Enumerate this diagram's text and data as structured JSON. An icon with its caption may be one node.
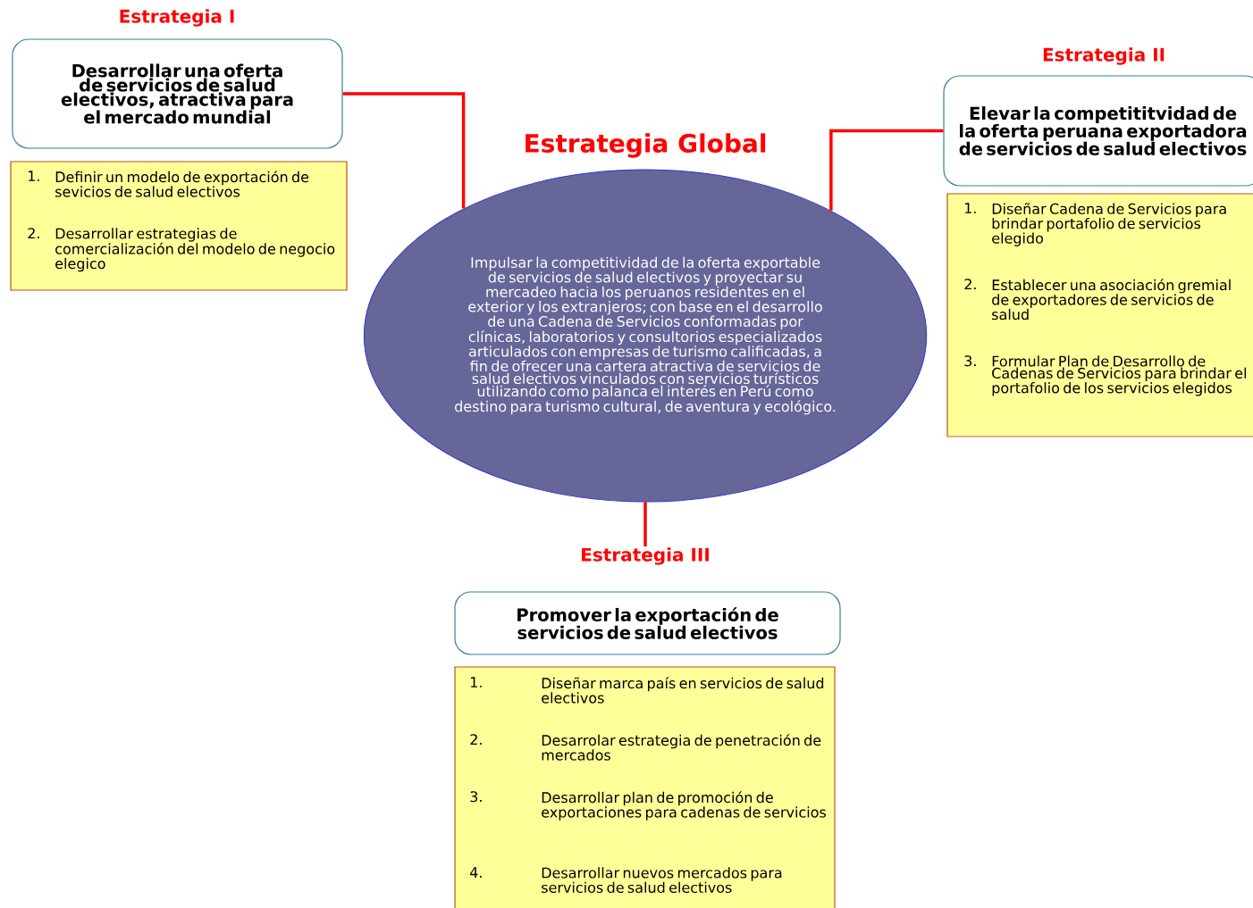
{
  "diagram": {
    "nodes": [
      {
        "text": [
          "Estrategia Global",
          "Impulsar la competitividad de la oferta exportable de servicios de salud electivos y proyectar su mercadeo hacia los peruanos residentes en el exterior y los extranjeros; con base en el desarrollo de una Cadena de Servicios conformadas por clínicas, laboratorios y consultorios especializados articulados con empresas de turismo calificadas, a fin de ofrecer una cartera atractiva de servicios de salud electivos vinculados con servicios turísticos utilizando como palanca el interés en Perú como destino para turismo cultural, de aventura y ecológico."
        ]
      },
      {
        "text": [
          "Estrategia I",
          "Desarrollar una oferta de servicios de salud electivos, atractiva para el mercado mundial"
        ]
      },
      {
        "text": [
          "1.",
          "Definir un modelo de exportación de sevicios de salud electivos",
          "2.",
          "Desarrollar estrategias de comercialización del modelo de negocio elegico"
        ]
      },
      {
        "text": [
          "Estrategia II",
          "Elevar la competititvidad de la oferta peruana exportadora de servicios de salud electivos"
        ]
      },
      {
        "text": [
          "1.",
          "Diseñar Cadena de Servicios para brindar portafolio de servicios elegido",
          "2.",
          "Establecer una asociación gremial de exportadores de servicios de salud",
          "3.",
          "Formular Plan de Desarrollo de Cadenas de Servicios para brindar el portafolio de los servicios elegidos"
        ]
      },
      {
        "text": [
          "Estrategia III",
          "Promover la exportación de servicios de salud electivos"
        ]
      },
      {
        "text": [
          "1.",
          "Diseñar marca país en servicios de salud electivos",
          "2.",
          "Desarrolar estrategia de penetración de mercados",
          "3.",
          "Desarrollar plan de promoción de exportaciones para cadenas de servicios",
          "4.",
          "Desarrollar nuevos mercados para servicios de salud electivos"
        ]
      }
    ],
    "edges": [
      {
        "from": 0,
        "to": 1,
        "arrow": "none"
      },
      {
        "from": 0,
        "to": 3,
        "arrow": "none"
      },
      {
        "from": 0,
        "to": 5,
        "arrow": "none"
      }
    ]
  }
}
